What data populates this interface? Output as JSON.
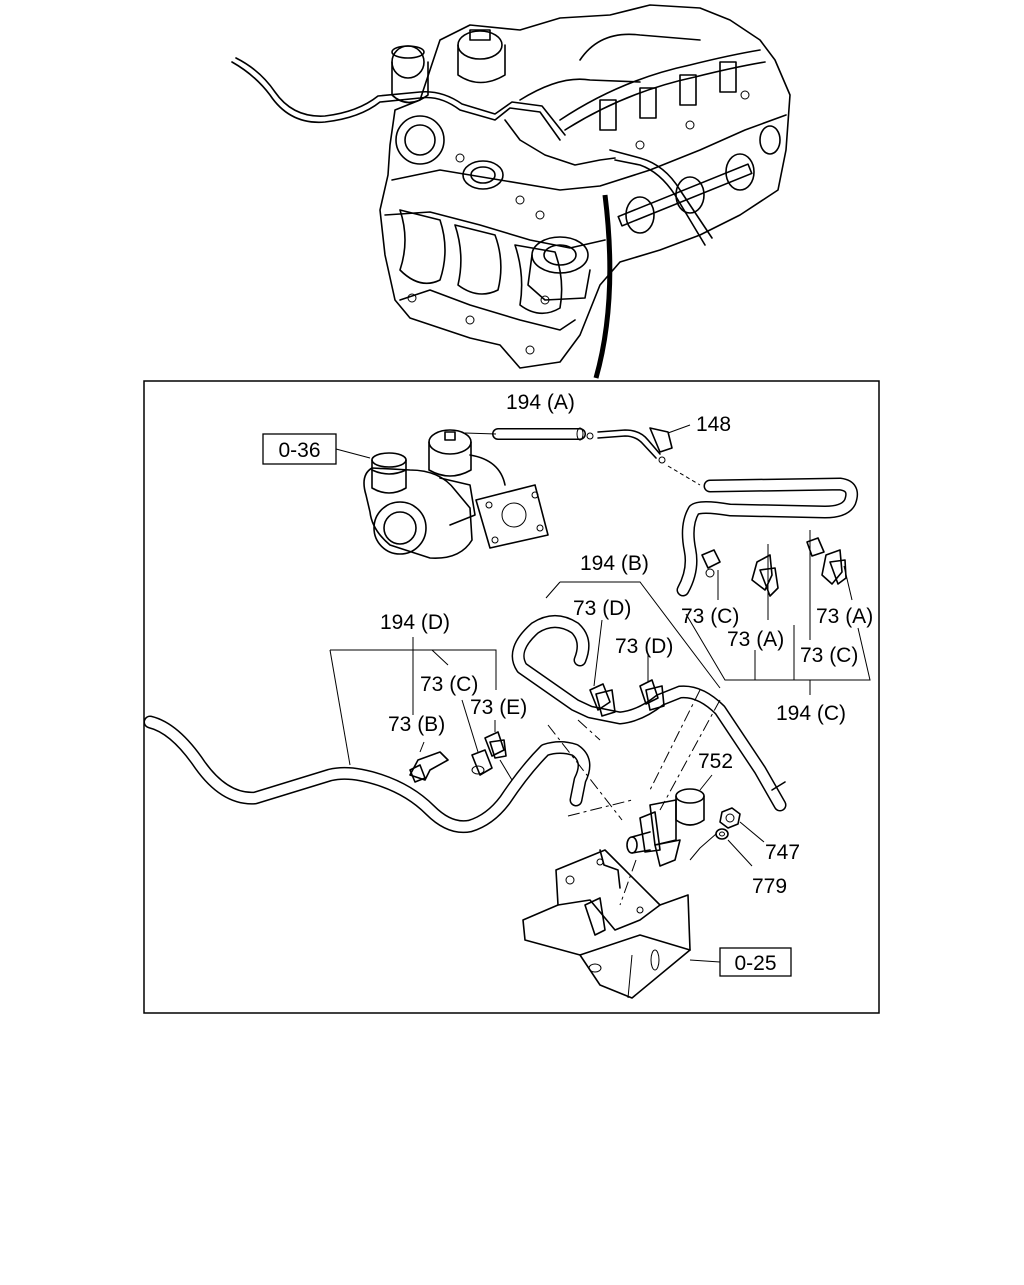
{
  "refs": {
    "turbo": "0-36",
    "bracket": "0-25"
  },
  "labels": {
    "hose_a": "194 (A)",
    "pipe": "148",
    "hose_b": "194 (B)",
    "hose_c": "194 (C)",
    "hose_d": "194 (D)",
    "clip_d_1": "73 (D)",
    "clip_d_2": "73 (D)",
    "clip_c_1": "73 (C)",
    "clip_a_1": "73 (A)",
    "clip_a_2": "73 (A)",
    "clip_c_2": "73 (C)",
    "clip_c_3": "73 (C)",
    "clip_e": "73 (E)",
    "clip_b": "73 (B)",
    "valve": "752",
    "nut": "747",
    "washer": "779"
  }
}
